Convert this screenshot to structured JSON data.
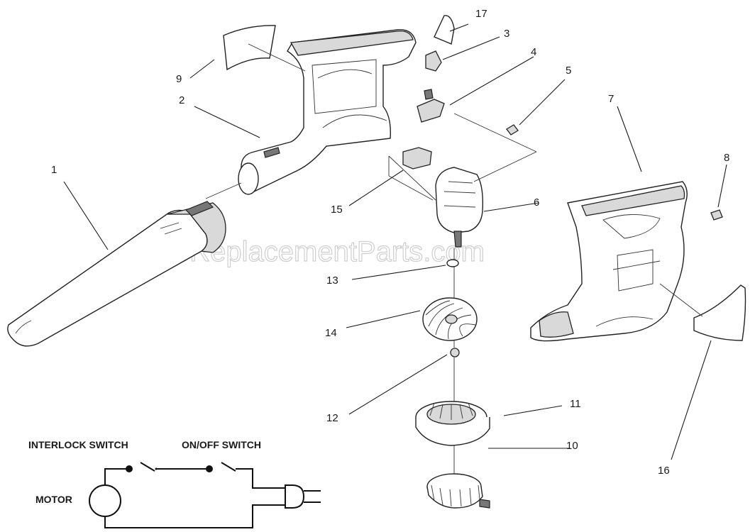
{
  "watermark": "eReplacementParts.com",
  "part_labels": [
    {
      "id": "1",
      "text": "1"
    },
    {
      "id": "2",
      "text": "2"
    },
    {
      "id": "3",
      "text": "3"
    },
    {
      "id": "4",
      "text": "4"
    },
    {
      "id": "5",
      "text": "5"
    },
    {
      "id": "6",
      "text": "6"
    },
    {
      "id": "7",
      "text": "7"
    },
    {
      "id": "8",
      "text": "8"
    },
    {
      "id": "9",
      "text": "9"
    },
    {
      "id": "10",
      "text": "10"
    },
    {
      "id": "11",
      "text": "11"
    },
    {
      "id": "12",
      "text": "12"
    },
    {
      "id": "13",
      "text": "13"
    },
    {
      "id": "14",
      "text": "14"
    },
    {
      "id": "15",
      "text": "15"
    },
    {
      "id": "16",
      "text": "16"
    },
    {
      "id": "17",
      "text": "17"
    }
  ],
  "schematic": {
    "interlock_switch": "INTERLOCK SWITCH",
    "on_off_switch": "ON/OFF SWITCH",
    "motor": "MOTOR"
  }
}
